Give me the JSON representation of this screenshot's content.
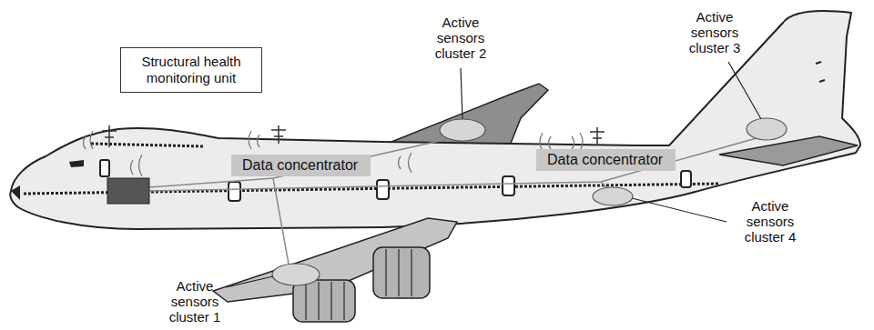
{
  "diagram": {
    "nodes": [
      {
        "text": [
          "Structural health monitoring unit"
        ]
      },
      {
        "text": [
          "Data concentrator"
        ]
      },
      {
        "text": [
          "Data concentrator"
        ]
      }
    ],
    "labels": [
      "Active sensors cluster 1",
      "Active sensors cluster 2",
      "Active sensors cluster 3",
      "Active sensors cluster 4"
    ]
  }
}
